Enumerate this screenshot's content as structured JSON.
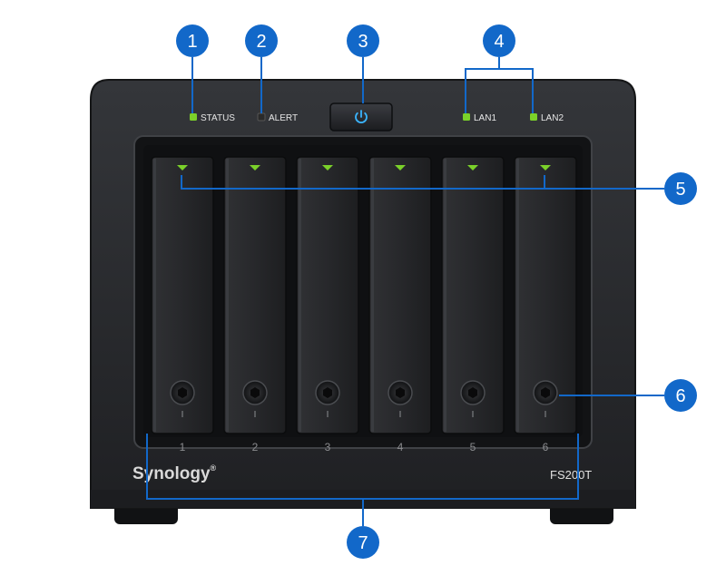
{
  "panel": {
    "status_label": "STATUS",
    "alert_label": "ALERT",
    "lan1_label": "LAN1",
    "lan2_label": "LAN2",
    "brand": "Synology",
    "brand_mark": "®",
    "model": "FS200T"
  },
  "callouts": {
    "c1": "1",
    "c2": "2",
    "c3": "3",
    "c4": "4",
    "c5": "5",
    "c6": "6",
    "c7": "7"
  },
  "drive_bays": [
    {
      "number": "1"
    },
    {
      "number": "2"
    },
    {
      "number": "3"
    },
    {
      "number": "4"
    },
    {
      "number": "5"
    },
    {
      "number": "6"
    }
  ],
  "colors": {
    "callout_blue": "#1268c9",
    "led_green": "#7bd12a",
    "led_off": "#2a2a2a",
    "power_blue": "#3ab4ff",
    "chassis": "#2a2b2e",
    "chassis_edge": "#17181a",
    "tray": "#27282b",
    "text_light": "#e7e7e7",
    "text_dim": "#8b8c8f"
  },
  "icons": {
    "power": "power-icon",
    "lock": "lock-icon"
  }
}
